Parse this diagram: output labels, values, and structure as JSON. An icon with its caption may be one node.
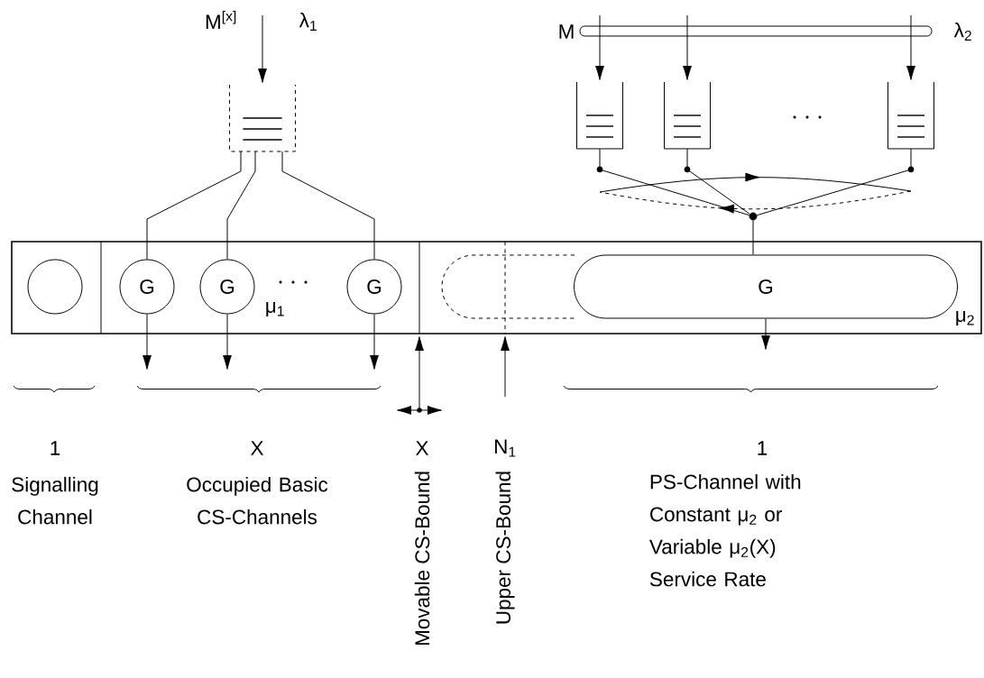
{
  "diagram": {
    "nodes": [
      {
        "text": [],
        "shape": "box"
      },
      {
        "text": [],
        "shape": "box"
      },
      {
        "text": [],
        "shape": "box"
      },
      {
        "text": [],
        "shape": "box"
      },
      {
        "text": [],
        "shape": "circle"
      },
      {
        "text": [],
        "shape": "circle"
      },
      {
        "text": [
          "G"
        ]
      },
      {
        "text": [
          "G"
        ]
      },
      {
        "text": [
          "G"
        ]
      },
      {
        "text": [
          "G"
        ]
      }
    ],
    "edges": [
      {
        "from": null,
        "to": 0,
        "arrow": "to"
      },
      {
        "from": 0,
        "to": 6,
        "arrow": "none"
      },
      {
        "from": 0,
        "to": 7,
        "arrow": "none"
      },
      {
        "from": 0,
        "to": 8,
        "arrow": "none"
      },
      {
        "from": null,
        "to": 1,
        "arrow": "to"
      },
      {
        "from": null,
        "to": 2,
        "arrow": "to"
      },
      {
        "from": null,
        "to": 3,
        "arrow": "to"
      },
      {
        "from": 1,
        "to": 4,
        "arrow": "none"
      },
      {
        "from": 2,
        "to": 4,
        "arrow": "none"
      },
      {
        "from": 3,
        "to": 4,
        "arrow": "none"
      },
      {
        "from": 4,
        "to": 9,
        "arrow": "none"
      },
      {
        "from": 6,
        "to": null,
        "arrow": "to"
      },
      {
        "from": 7,
        "to": null,
        "arrow": "to"
      },
      {
        "from": 8,
        "to": null,
        "arrow": "to"
      },
      {
        "from": 9,
        "to": null,
        "arrow": "to"
      }
    ],
    "labels": [
      "M$^{[x]}$",
      "λ$_{1}$",
      "M",
      "λ$_{2}$",
      "μ$_{1}$",
      "μ$_{2}$",
      "1",
      "Signalling Channel",
      "X",
      "Occupied Basic CS-Channels",
      "X",
      "Movable CS-Bound",
      "N$_{1}$",
      "Upper CS-Bound",
      "1",
      "PS-Channel with Constant μ$_{2}$ or Variable μ$_{2}$(X) Service Rate"
    ]
  }
}
